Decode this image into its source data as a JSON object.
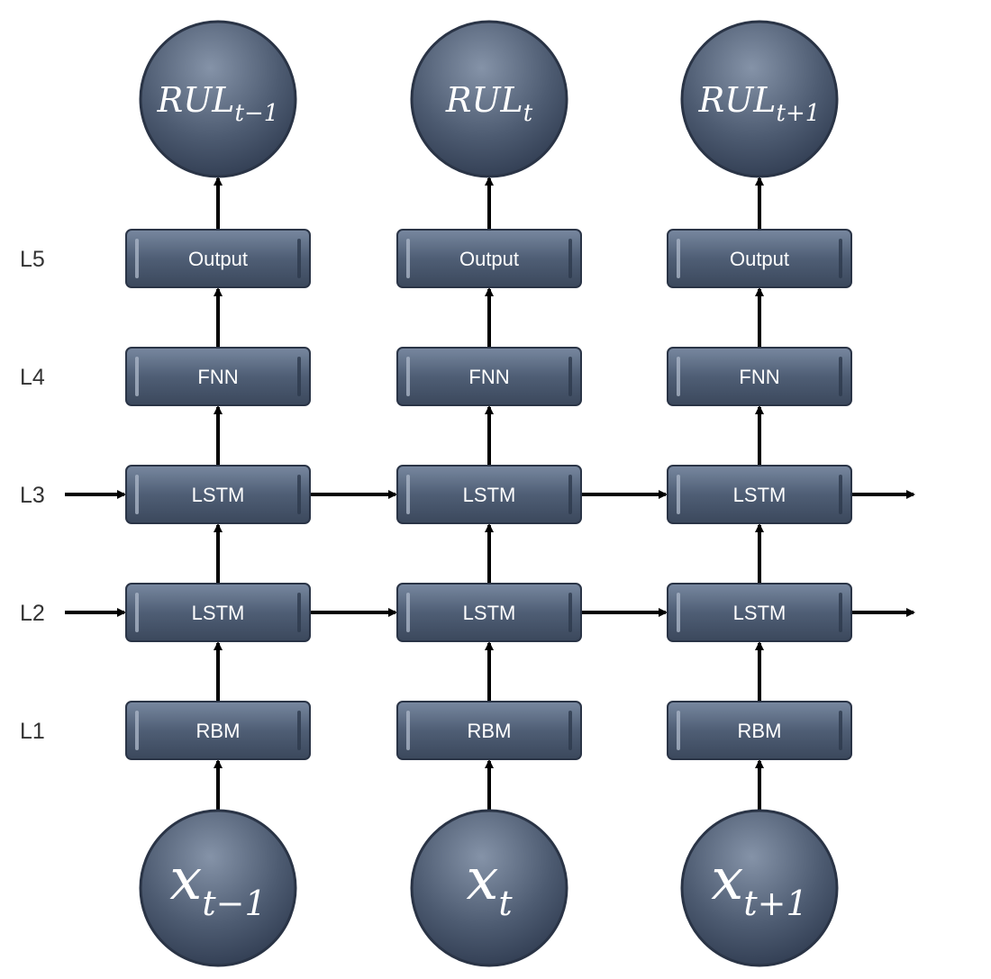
{
  "layers": [
    {
      "id": "L5",
      "label": "L5"
    },
    {
      "id": "L4",
      "label": "L4"
    },
    {
      "id": "L3",
      "label": "L3"
    },
    {
      "id": "L2",
      "label": "L2"
    },
    {
      "id": "L1",
      "label": "L1"
    }
  ],
  "columns": [
    {
      "output": {
        "main": "RUL",
        "sub": "t−1"
      },
      "input": {
        "main": "x",
        "sub": "t−1"
      },
      "boxes": {
        "L5": "Output",
        "L4": "FNN",
        "L3": "LSTM",
        "L2": "LSTM",
        "L1": "RBM"
      }
    },
    {
      "output": {
        "main": "RUL",
        "sub": "t"
      },
      "input": {
        "main": "x",
        "sub": "t"
      },
      "boxes": {
        "L5": "Output",
        "L4": "FNN",
        "L3": "LSTM",
        "L2": "LSTM",
        "L1": "RBM"
      }
    },
    {
      "output": {
        "main": "RUL",
        "sub": "t+1"
      },
      "input": {
        "main": "x",
        "sub": "t+1"
      },
      "boxes": {
        "L5": "Output",
        "L4": "FNN",
        "L3": "LSTM",
        "L2": "LSTM",
        "L1": "RBM"
      }
    }
  ],
  "recurrent_layers": [
    "L3",
    "L2"
  ],
  "colors": {
    "box_fill_top": "#6b7b92",
    "box_fill_bottom": "#3f4d62",
    "node_fill_light": "#7d8ba0",
    "node_fill_dark": "#34425a",
    "border": "#2a3446",
    "text": "#ffffff",
    "arrow": "#000000"
  }
}
